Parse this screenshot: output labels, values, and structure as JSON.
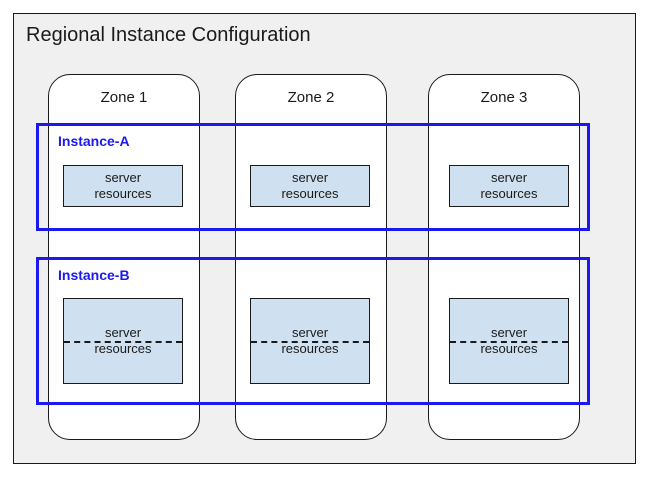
{
  "diagram": {
    "title": "Regional Instance Configuration",
    "colors": {
      "container_fill": "#f0f0f0",
      "container_border": "#1a1a1a",
      "zone_fill": "#ffffff",
      "zone_border": "#1a1a1a",
      "instance_border": "#1c18f0",
      "instance_label": "#1c18f0",
      "server_fill": "#cfe0f0",
      "server_border": "#1a1a1a",
      "page_background": "#ffffff"
    },
    "zones": [
      {
        "label": "Zone 1"
      },
      {
        "label": "Zone 2"
      },
      {
        "label": "Zone 3"
      }
    ],
    "instances": [
      {
        "label": "Instance-A",
        "style": "single",
        "resources": [
          {
            "line1": "server",
            "line2": "resources"
          },
          {
            "line1": "server",
            "line2": "resources"
          },
          {
            "line1": "server",
            "line2": "resources"
          }
        ]
      },
      {
        "label": "Instance-B",
        "style": "split",
        "resources": [
          {
            "line1": "server",
            "line2": "resources"
          },
          {
            "line1": "server",
            "line2": "resources"
          },
          {
            "line1": "server",
            "line2": "resources"
          }
        ]
      }
    ]
  }
}
